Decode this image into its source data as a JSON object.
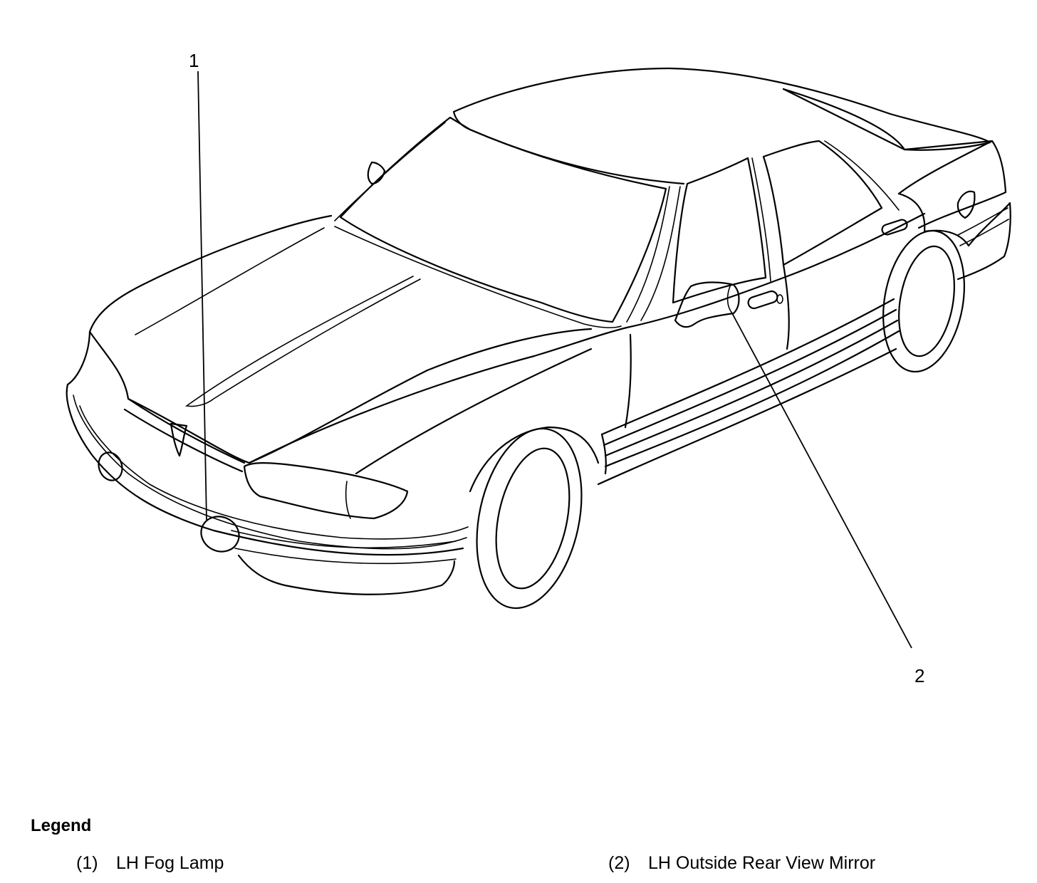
{
  "callouts": [
    {
      "number": "1",
      "label": "LH Fog Lamp"
    },
    {
      "number": "2",
      "label": "LH Outside Rear View Mirror"
    }
  ],
  "legend": {
    "title": "Legend",
    "items": [
      {
        "number": "(1)",
        "label": "LH Fog Lamp"
      },
      {
        "number": "(2)",
        "label": "LH Outside Rear View Mirror"
      }
    ]
  },
  "colors": {
    "line": "#000000",
    "background": "#ffffff"
  }
}
